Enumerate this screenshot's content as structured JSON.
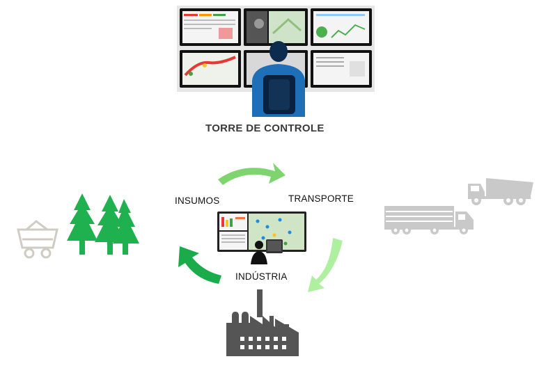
{
  "diagram": {
    "title": "TORRE DE CONTROLE",
    "nodes": {
      "insumos": "INSUMOS",
      "transporte": "TRANSPORTE",
      "industria": "INDÚSTRIA"
    },
    "colors": {
      "arrow_top": "#7ed56f",
      "arrow_right": "#aef0a0",
      "arrow_left": "#1aab4b",
      "trees": "#1fb14f",
      "trucks": "#c9c9c9",
      "cart": "#d0ccc4",
      "factory": "#555555",
      "operator": "#0d3a66"
    },
    "icons": [
      "mine-cart-icon",
      "pine-trees-icon",
      "dump-truck-icon",
      "trailer-truck-icon",
      "factory-icon",
      "operator-icon",
      "monitor-wall-icon",
      "dashboard-screen-icon"
    ]
  }
}
